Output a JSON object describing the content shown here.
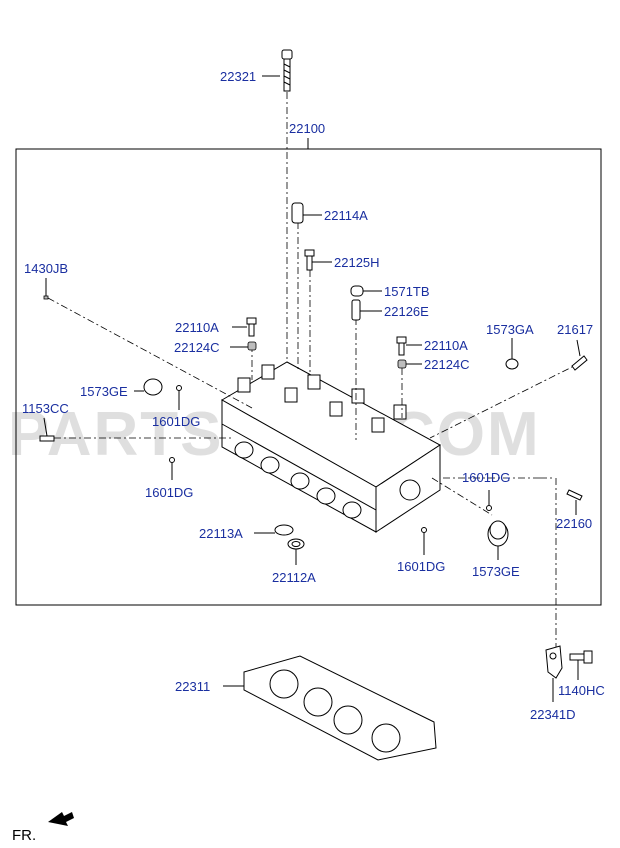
{
  "watermark": "PARTSOUQ.COM",
  "direction_label": "FR.",
  "labels": {
    "p22321": "22321",
    "p22100": "22100",
    "p22114A": "22114A",
    "p22125H": "22125H",
    "p1430JB": "1430JB",
    "p1571TB": "1571TB",
    "p22126E": "22126E",
    "p22110A_left": "22110A",
    "p22124C_left": "22124C",
    "p22110A_right": "22110A",
    "p22124C_right": "22124C",
    "p1573GA": "1573GA",
    "p21617": "21617",
    "p1573GE_left": "1573GE",
    "p1153CC": "1153CC",
    "p1601DG_a": "1601DG",
    "p1601DG_b": "1601DG",
    "p1601DG_c": "1601DG",
    "p1601DG_d": "1601DG",
    "p22160": "22160",
    "p22113A": "22113A",
    "p22112A": "22112A",
    "p1573GE_right": "1573GE",
    "p22311": "22311",
    "p1140HC": "1140HC",
    "p22341D": "22341D"
  }
}
